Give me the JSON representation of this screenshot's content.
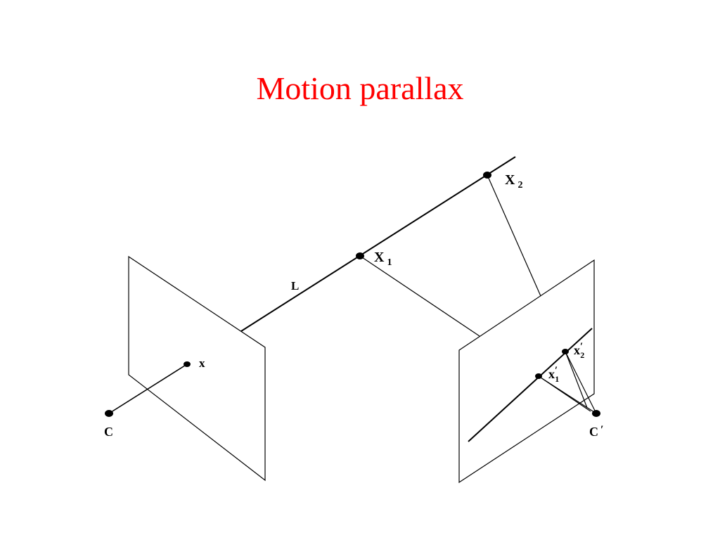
{
  "slide": {
    "title": "Motion parallax",
    "title_color": "#ff0000"
  },
  "diagram": {
    "labels": {
      "line": "L",
      "point_1": "X",
      "point_1_sub": "1",
      "point_2": "X",
      "point_2_sub": "2",
      "image_point": "x",
      "camera_1": "C",
      "camera_2": "C",
      "camera_2_prime": "′",
      "image_point_1_prime": "x",
      "image_point_1_prime_mark": "′",
      "image_point_1_prime_sub": "1",
      "image_point_2_prime": "x",
      "image_point_2_prime_mark": "′",
      "image_point_2_prime_sub": "2"
    }
  }
}
